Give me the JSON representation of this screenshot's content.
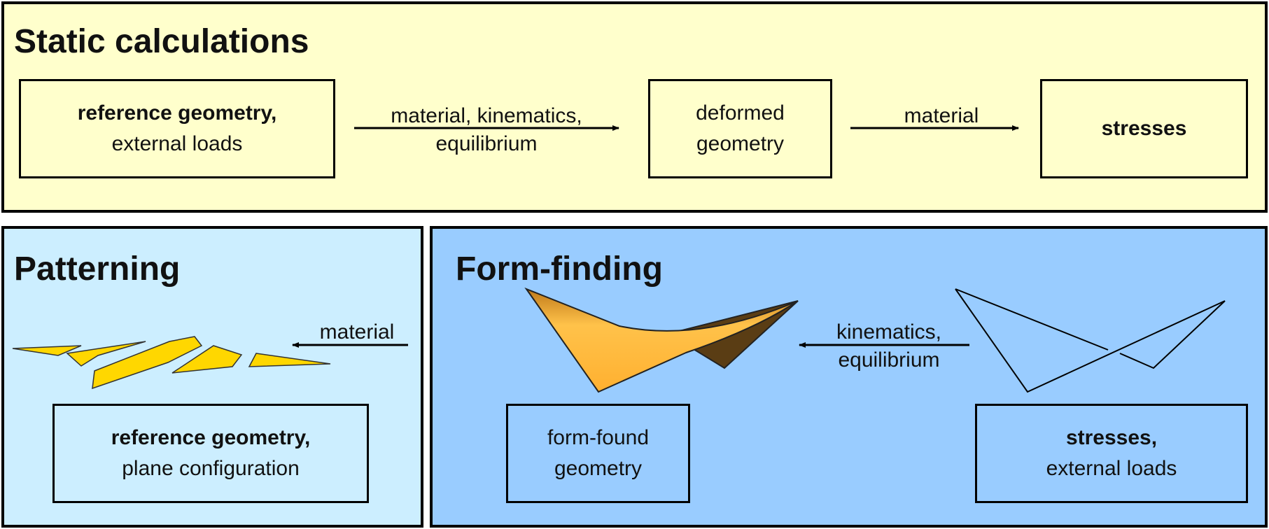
{
  "static_calculations": {
    "title": "Static calculations",
    "reference_box": {
      "bold_line": "reference geometry,",
      "line2": "external loads"
    },
    "arrow1_label": {
      "line1": "material, kinematics,",
      "line2": "equilibrium"
    },
    "deformed_box": {
      "line1": "deformed",
      "line2": "geometry"
    },
    "arrow2_label": "material",
    "stresses_box": "stresses"
  },
  "patterning": {
    "title": "Patterning",
    "arrow_label": "material",
    "reference_box": {
      "bold_line": "reference geometry,",
      "line2": "plane configuration"
    }
  },
  "form_finding": {
    "title": "Form-finding",
    "arrow_label": {
      "line1": "kinematics,",
      "line2": "equilibrium"
    },
    "form_found_box": {
      "line1": "form-found",
      "line2": "geometry"
    },
    "stresses_box": {
      "bold_line": "stresses,",
      "line2": "external loads"
    }
  },
  "colors": {
    "static_bg": "#ffffcc",
    "patterning_bg": "#cceeff",
    "formfinding_bg": "#99ccff",
    "pattern_fill": "#ffd700",
    "surface_light": "#ffc24a",
    "surface_dark": "#5a3d14"
  }
}
